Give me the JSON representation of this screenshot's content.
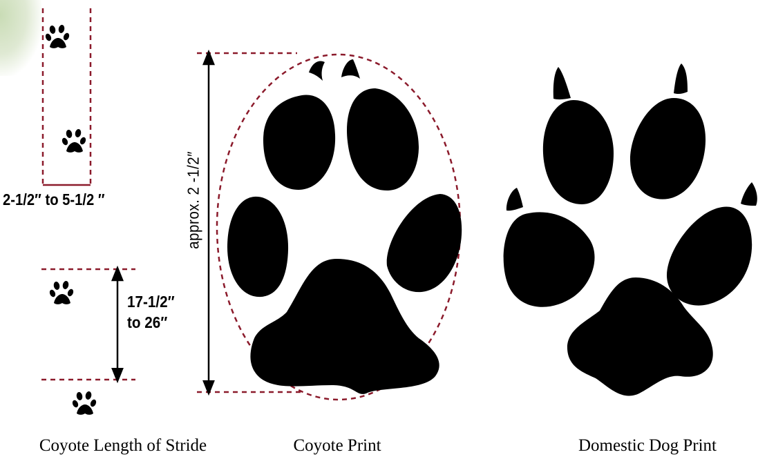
{
  "measurements": {
    "track_width": "2-1/2″ to 5-1/2 ″",
    "stride_line1": "17-1/2″",
    "stride_line2": "to 26″",
    "print_length": "approx. 2 -1/2″"
  },
  "captions": {
    "stride": "Coyote Length of Stride",
    "coyote": "Coyote Print",
    "dog": "Domestic Dog Print"
  },
  "colors": {
    "dashed_line": "#8b1a2b",
    "print": "#000000",
    "arrow": "#000000"
  }
}
